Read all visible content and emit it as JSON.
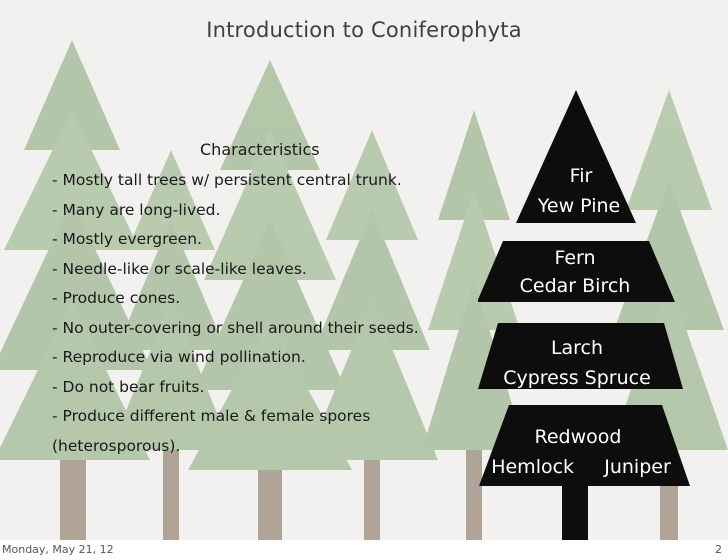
{
  "slide": {
    "title": "Introduction to Coniferophyta",
    "heading": "Characteristics",
    "bullets": [
      "- Mostly tall trees w/ persistent central trunk.",
      "- Many are long-lived.",
      "- Mostly evergreen.",
      "- Needle-like or scale-like leaves.",
      "- Produce cones.",
      "- No outer-covering or shell around their seeds.",
      "- Reproduce via wind pollination.",
      "- Do not bear fruits.",
      "- Produce different male & female spores",
      "(heterosporous)."
    ]
  },
  "pyramid": {
    "tiers": [
      {
        "line1": "Fir",
        "line2": "Yew  Pine"
      },
      {
        "line1": "Fern",
        "line2": "Cedar   Birch"
      },
      {
        "line1": "Larch",
        "line2": "Cypress  Spruce"
      },
      {
        "line1": "Redwood",
        "line2": "Hemlock     Juniper"
      }
    ],
    "fill_color": "#0d0d0d"
  },
  "footer": {
    "date": "Monday, May 21, 12",
    "page": "2"
  },
  "colors": {
    "background": "#f2f1ef",
    "tree_foliage": "#9fb892",
    "tree_trunk": "#9b8a7a"
  }
}
